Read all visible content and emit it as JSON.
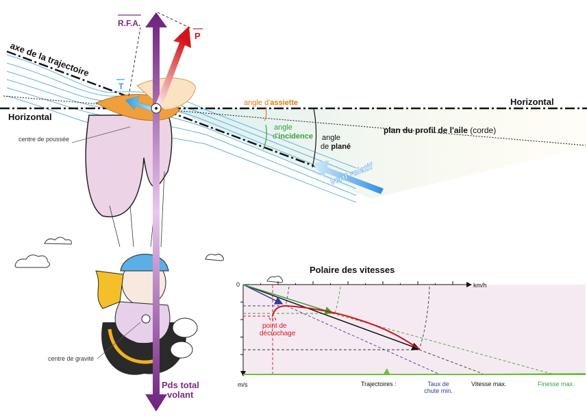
{
  "diagram": {
    "labels": {
      "rfa": "R.F.A.",
      "p": "P",
      "t": "T",
      "axe_trajectoire": "axe de la trajectoire",
      "horizontal_left": "Horizontal",
      "horizontal_right": "Horizontal",
      "angle_assiette_prefix": "angle d'",
      "angle_assiette_bold": "assiette",
      "angle_incidence_line1": "angle",
      "angle_incidence_prefix": "d'",
      "angle_incidence_bold": "incidence",
      "angle_plane_line1": "angle",
      "angle_plane_prefix": "de ",
      "angle_plane_bold": "plané",
      "plan_profil": "plan du profil de l'aile",
      "corde": " (corde)",
      "vent_relatif": "vent relatif",
      "centre_poussee": "centre de poussée",
      "centre_gravite": "centre de gravité",
      "pds_line1": "Pds total",
      "pds_line2": "volant"
    },
    "colors": {
      "purple": "#7a2a82",
      "red": "#d2141c",
      "blue": "#2e9ee0",
      "orange": "#e07a12",
      "green": "#3aa23a",
      "navy": "#2b3e9a"
    }
  },
  "chart_data": {
    "type": "line",
    "title": "Polaire des vitesses",
    "origin_label": "0",
    "xlabel": "km/h",
    "ylabel": "m/s",
    "stall_label_line1": "point de",
    "stall_label_line2": "décrochage",
    "trajectories_label": "Trajectoires :",
    "trajectories": [
      {
        "name": "Taux de chute min.",
        "line1": "Taux de",
        "line2": "chute min.",
        "color": "#2b3e9a"
      },
      {
        "name": "Vitesse max.",
        "line1": "Vitesse max.",
        "line2": "",
        "color": "#111111"
      },
      {
        "name": "Finesse max.",
        "line1": "Finesse max.",
        "line2": "",
        "color": "#3aa23a"
      }
    ],
    "x_ticks": 12,
    "y_ticks": 5
  }
}
